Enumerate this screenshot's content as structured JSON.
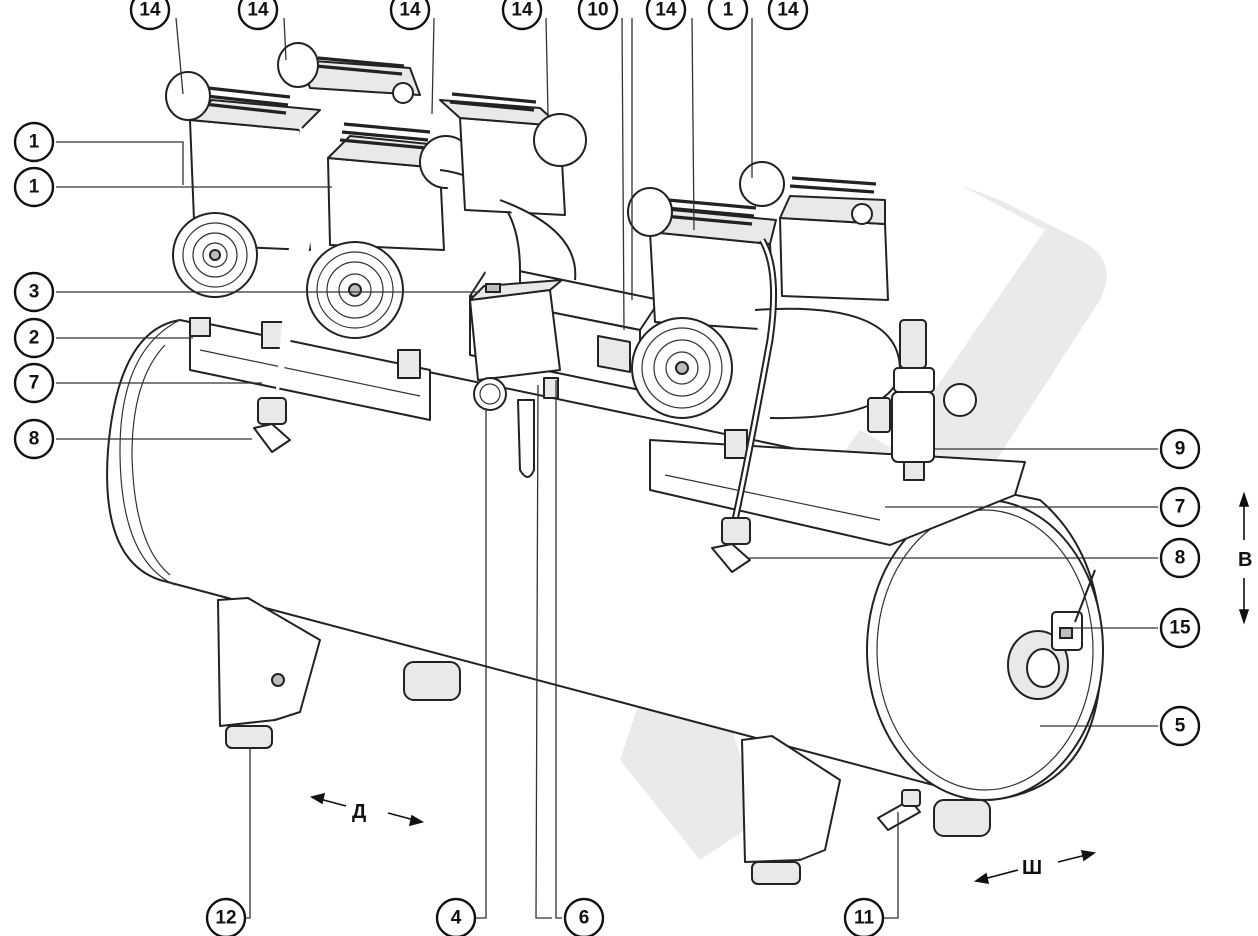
{
  "callouts": {
    "c14a": "14",
    "c14b": "14",
    "c14c": "14",
    "c14d": "14",
    "c10": "10",
    "c14e": "14",
    "c1top": "1",
    "c14f": "14",
    "c1a": "1",
    "c1b": "1",
    "c3": "3",
    "c2": "2",
    "c7a": "7",
    "c8a": "8",
    "c9": "9",
    "c7b": "7",
    "c8b": "8",
    "c15": "15",
    "c5": "5",
    "c12": "12",
    "c4": "4",
    "c6": "6",
    "c11": "11"
  },
  "directions": {
    "depth": "Д",
    "width": "Ш",
    "height": "В"
  },
  "colors": {
    "ink": "#111111",
    "fill_light": "#e9e9e9",
    "watermark": "#d8d8d8"
  }
}
